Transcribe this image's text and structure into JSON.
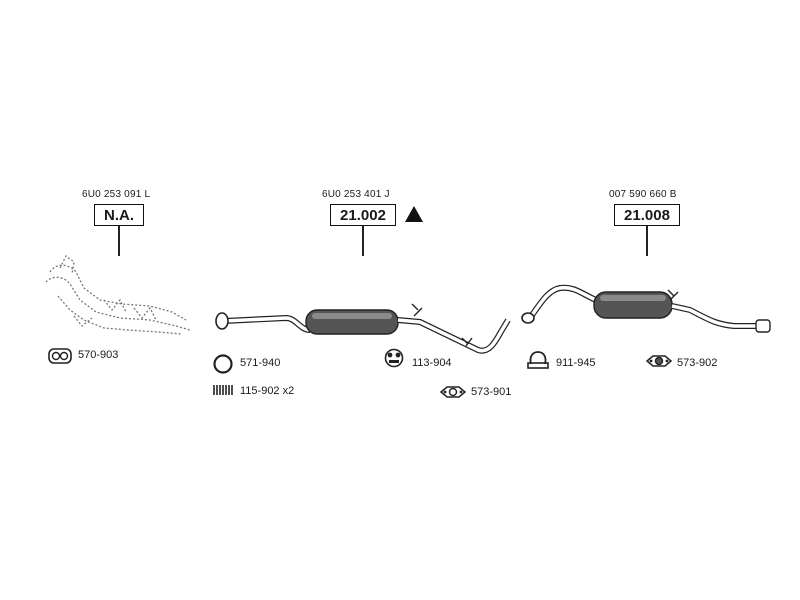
{
  "assemblies": [
    {
      "id": "front",
      "part_number": "6U0 253 091 L",
      "code": "N.A.",
      "warning": false
    },
    {
      "id": "middle",
      "part_number": "6U0 253 401 J",
      "code": "21.002",
      "warning": true
    },
    {
      "id": "rear",
      "part_number": "007 590 660 B",
      "code": "21.008",
      "warning": false
    }
  ],
  "accessories": [
    {
      "id": "gasket-front",
      "label": "570-903",
      "icon": "gasket-icon"
    },
    {
      "id": "ring",
      "label": "571-940",
      "icon": "ring-gasket-icon"
    },
    {
      "id": "springs",
      "label": "115-902 x2",
      "icon": "spring-icon"
    },
    {
      "id": "hanger",
      "label": "113-904",
      "icon": "rubber-hanger-icon"
    },
    {
      "id": "flange-gasket-middle",
      "label": "573-901",
      "icon": "flange-gasket-icon"
    },
    {
      "id": "clamp",
      "label": "911-945",
      "icon": "clamp-icon"
    },
    {
      "id": "flange-gasket-rear",
      "label": "573-902",
      "icon": "flange-gasket-icon"
    }
  ],
  "colors": {
    "line": "#222222",
    "muffler": "#555555",
    "dotted": "#777777"
  }
}
